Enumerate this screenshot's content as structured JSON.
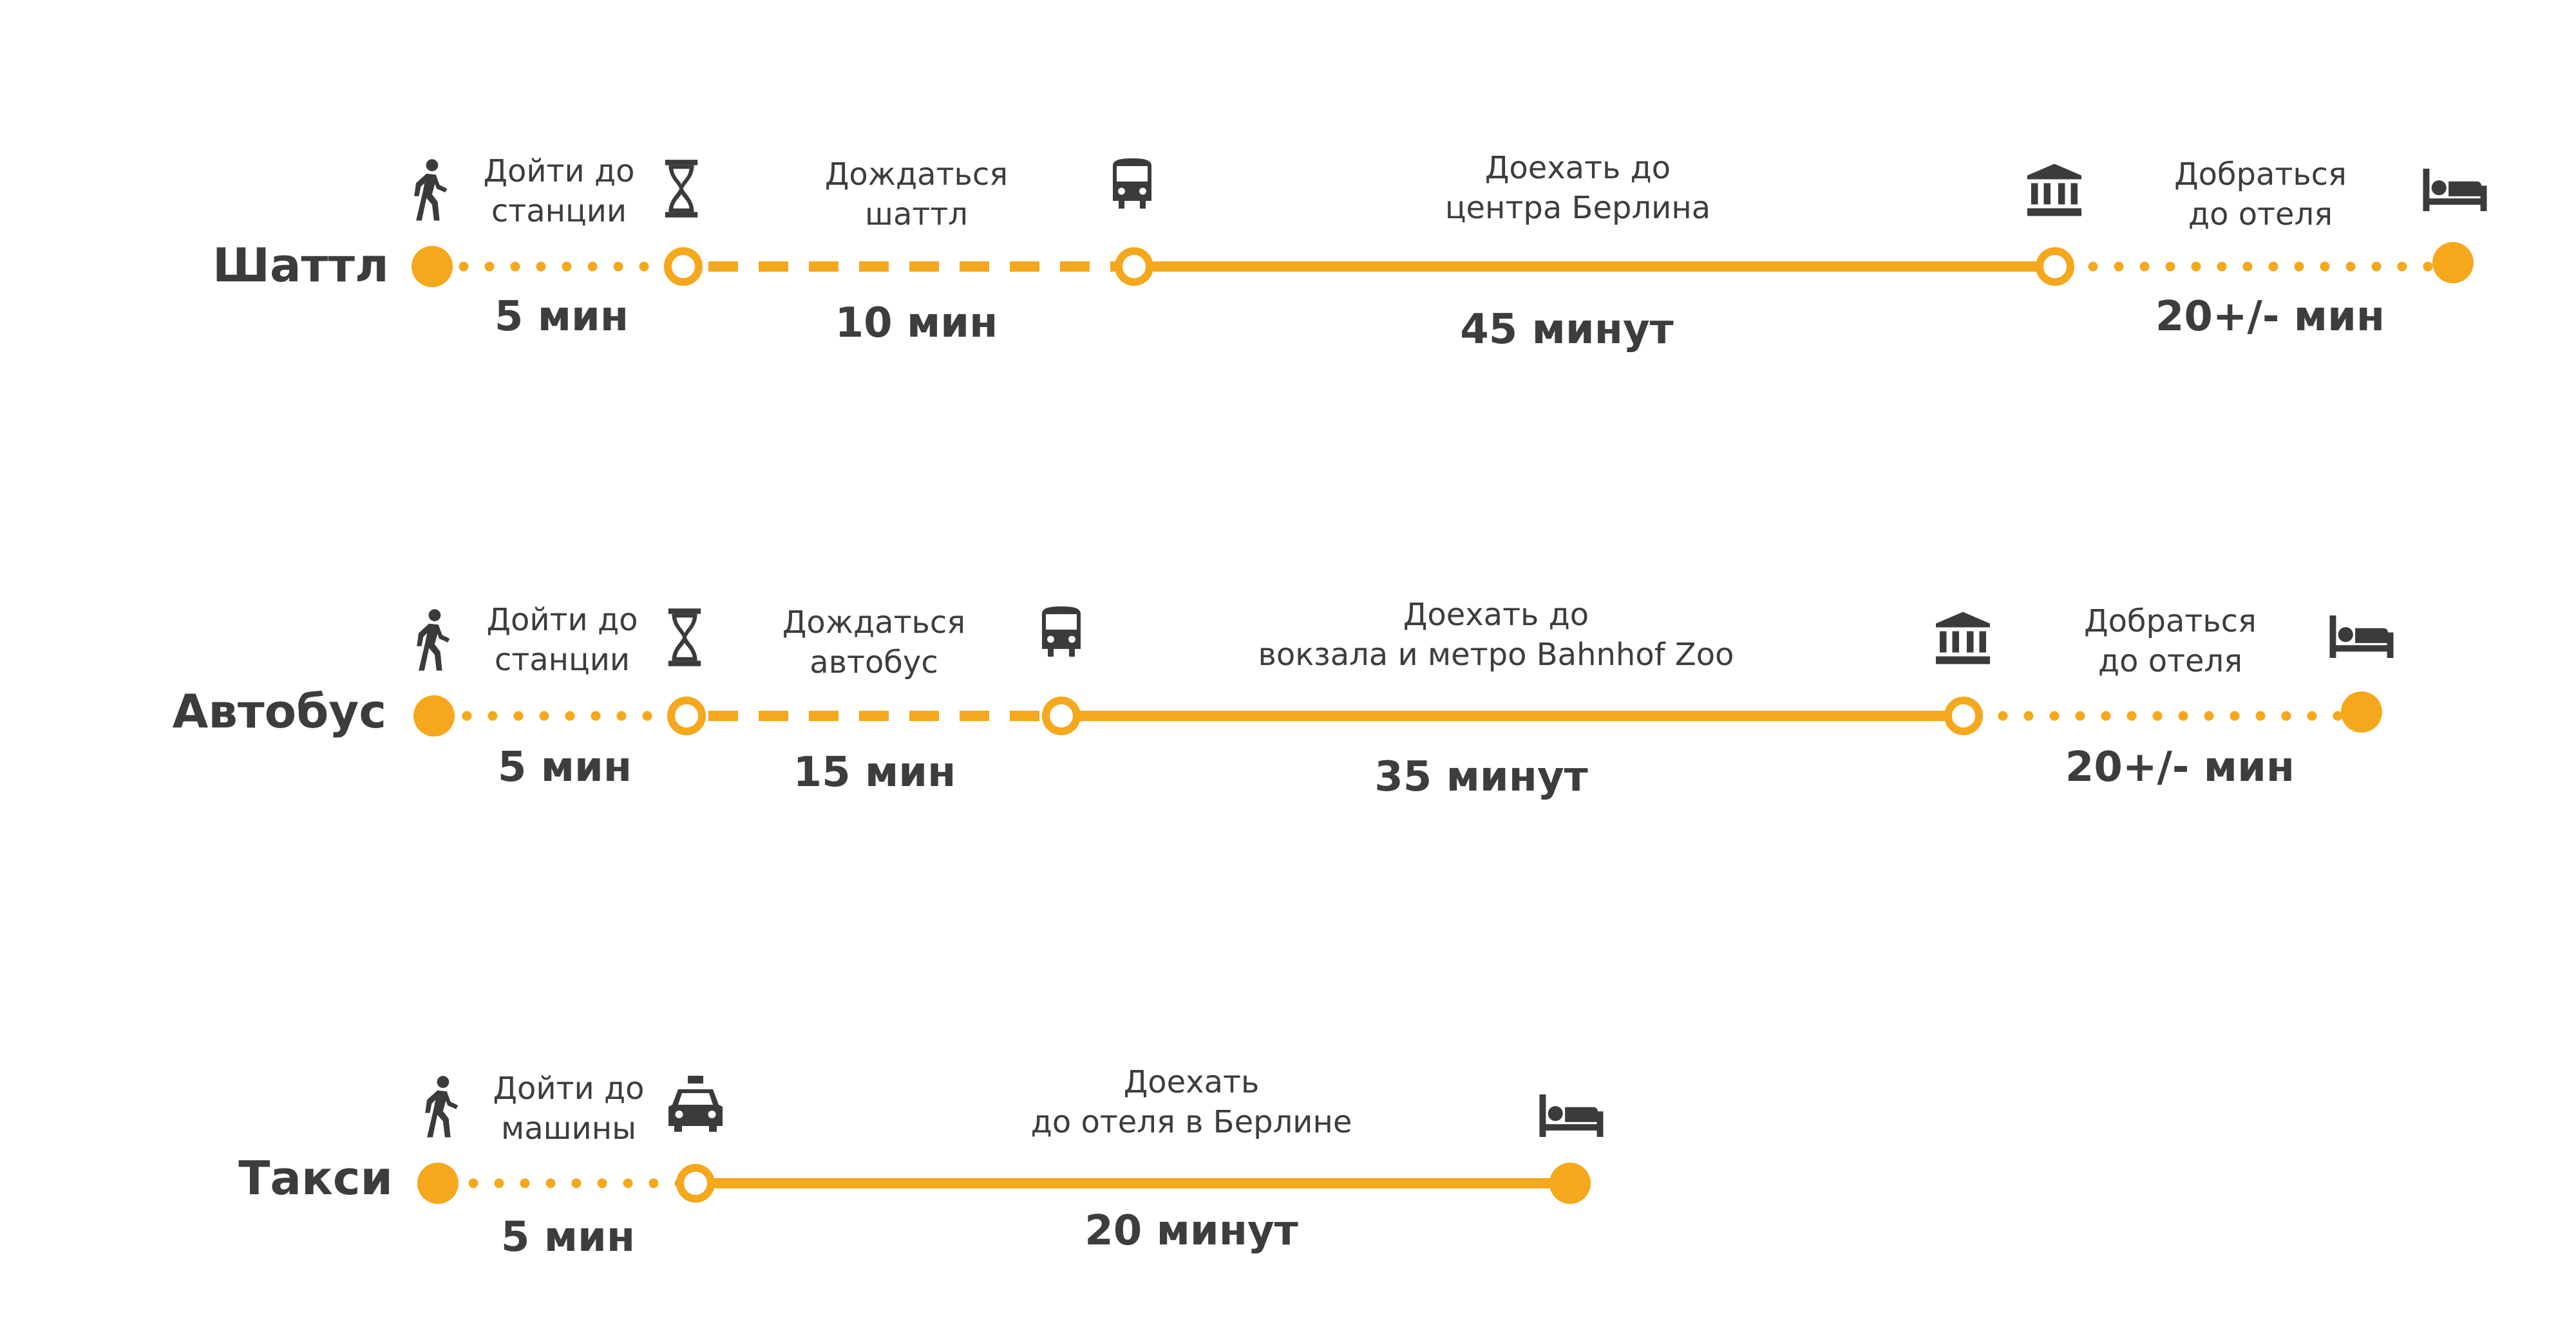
{
  "colors": {
    "accent": "#f5a81c",
    "text": "#3d3d3d",
    "icon": "#3b3b3b"
  },
  "routes": [
    {
      "title": "Шаттл",
      "steps": [
        {
          "icon": "walking-person-icon",
          "label_line1": "Дойти до",
          "label_line2": "станции",
          "duration": "5 мин",
          "line": "dotted"
        },
        {
          "icon": "hourglass-icon",
          "label_line1": "Дождаться",
          "label_line2": "шаттл",
          "duration": "10 мин",
          "line": "dashed"
        },
        {
          "icon": "bus-icon",
          "label_line1": "Доехать до",
          "label_line2": "центра Берлина",
          "duration": "45 минут",
          "line": "solid"
        },
        {
          "icon": "museum-icon",
          "label_line1": "Добраться",
          "label_line2": "до отеля",
          "duration": "20+/- мин",
          "line": "dotted"
        },
        {
          "icon": "bed-icon"
        }
      ]
    },
    {
      "title": "Автобус",
      "steps": [
        {
          "icon": "walking-person-icon",
          "label_line1": "Дойти до",
          "label_line2": "станции",
          "duration": "5 мин",
          "line": "dotted"
        },
        {
          "icon": "hourglass-icon",
          "label_line1": "Дождаться",
          "label_line2": "автобус",
          "duration": "15 мин",
          "line": "dashed"
        },
        {
          "icon": "bus-icon",
          "label_line1": "Доехать до",
          "label_line2": "вокзала и метро Bahnhof Zoo",
          "duration": "35 минут",
          "line": "solid"
        },
        {
          "icon": "museum-icon",
          "label_line1": "Добраться",
          "label_line2": "до отеля",
          "duration": "20+/- мин",
          "line": "dotted"
        },
        {
          "icon": "bed-icon"
        }
      ]
    },
    {
      "title": "Такси",
      "steps": [
        {
          "icon": "walking-person-icon",
          "label_line1": "Дойти до",
          "label_line2": "машины",
          "duration": "5 мин",
          "line": "dotted"
        },
        {
          "icon": "taxi-icon",
          "label_line1": "Доехать",
          "label_line2": "до отеля в Берлине",
          "duration": "20 минут",
          "line": "solid"
        },
        {
          "icon": "bed-icon"
        }
      ]
    }
  ]
}
